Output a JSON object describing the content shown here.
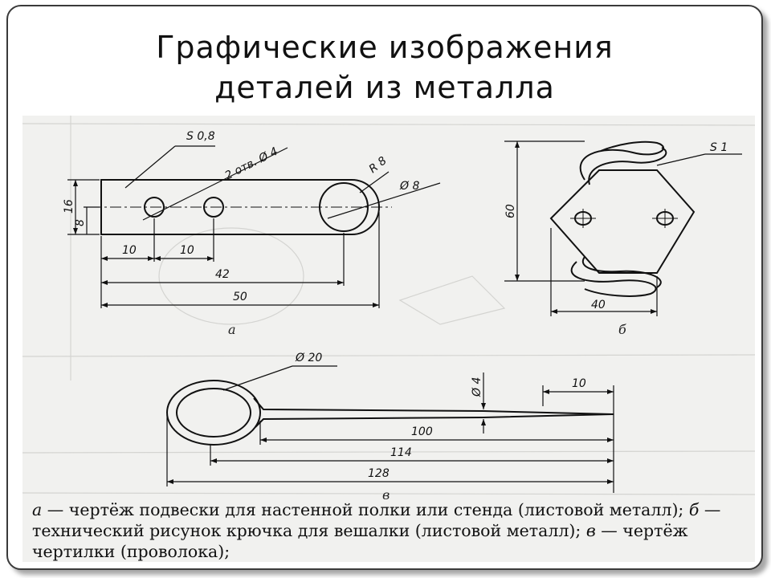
{
  "title": {
    "line1": "Графические изображения",
    "line2": "деталей из металла"
  },
  "drawing_a": {
    "dims": {
      "s": "S 0,8",
      "holes": "2 отв. Ø 4",
      "r": "R 8",
      "d": "Ø 8",
      "h16": "16",
      "h8": "8",
      "w10a": "10",
      "w10b": "10",
      "w42": "42",
      "w50": "50"
    },
    "label": "а"
  },
  "drawing_b": {
    "dims": {
      "s": "S 1",
      "h60": "60",
      "w40": "40"
    },
    "label": "б"
  },
  "drawing_c": {
    "dims": {
      "d20": "Ø 20",
      "d4": "Ø 4",
      "w10": "10",
      "w100": "100",
      "w114": "114",
      "w128": "128"
    },
    "label": "в"
  },
  "caption": {
    "a_letter": "а",
    "a_text": " — чертёж подвески для настенной полки или стенда (листовой металл); ",
    "b_letter": "б",
    "b_text": " — технический рисунок крючка для вешалки (листовой металл); ",
    "c_letter": "в",
    "c_text": " — чертёж чертилки (проволока);"
  }
}
